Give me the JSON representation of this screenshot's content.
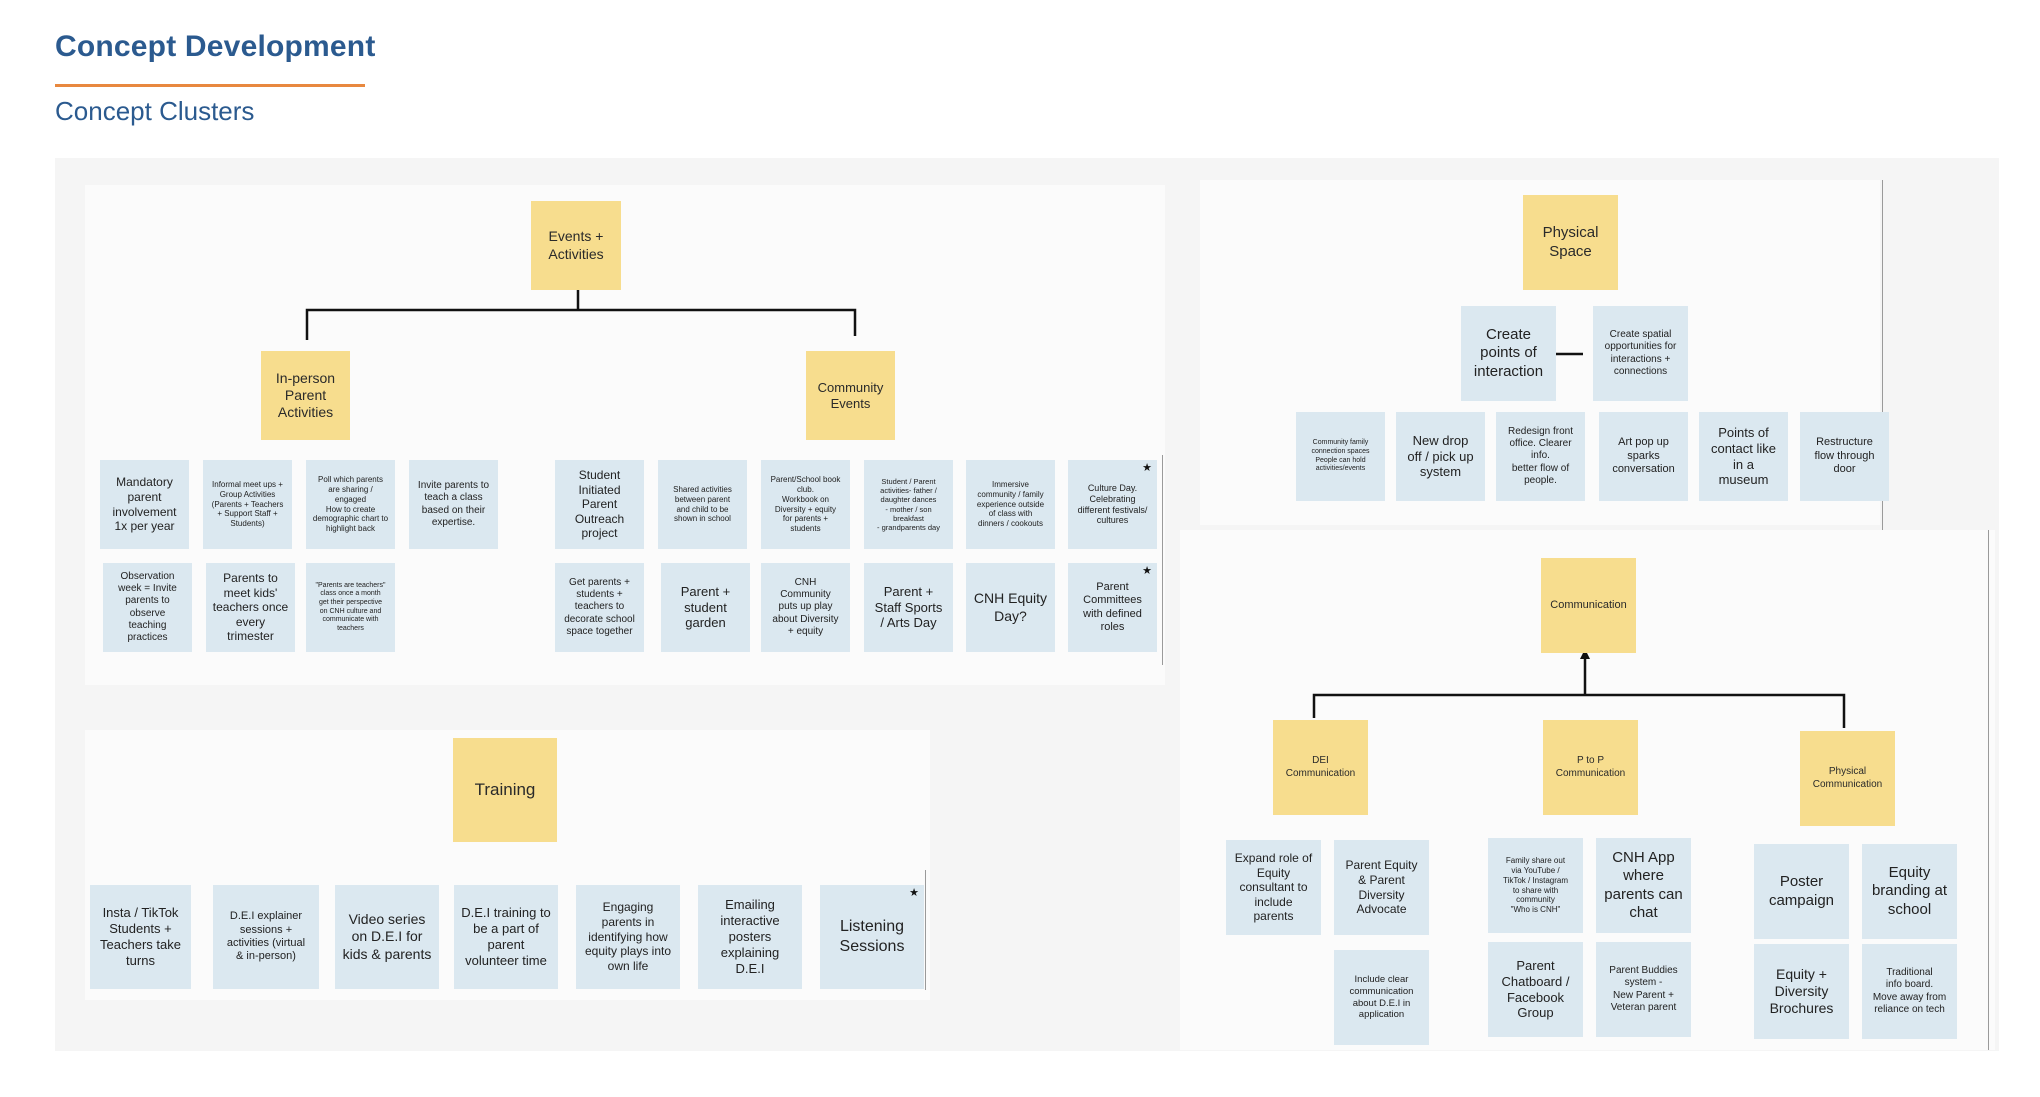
{
  "header": {
    "title": "Concept Development",
    "subtitle": "Concept Clusters"
  },
  "colors": {
    "title": "#2b5a8f",
    "accent_rule": "#e8883f",
    "sticky_blue": "#dbe8f0",
    "sticky_yellow": "#f7dd8e",
    "board": "#f5f5f5"
  },
  "icons": {
    "star": "★"
  },
  "clusters": {
    "events": {
      "root": "Events +\nActivities",
      "inperson": {
        "label": "In-person\nParent\nActivities",
        "notes": [
          "Mandatory\nparent\ninvolvement\n1x per year",
          "Informal meet ups +\nGroup Activities\n(Parents + Teachers\n+ Support Staff +\nStudents)",
          "Poll which parents\nare sharing /\nengaged\nHow to create\ndemographic chart to\nhighlight back",
          "Invite parents to\nteach a class\nbased on their\nexpertise.",
          "Observation\nweek = Invite\nparents to\nobserve\nteaching\npractices",
          "Parents to\nmeet kids'\nteachers once\nevery\ntrimester",
          "\"Parents are teachers\"\nclass once a month\nget their perspective\non CNH culture and\ncommunicate with\nteachers"
        ]
      },
      "community": {
        "label": "Community\nEvents",
        "notes": [
          "Student\nInitiated\nParent\nOutreach\nproject",
          "Shared activities\nbetween parent\nand child to be\nshown in school",
          "Parent/School book\nclub.\nWorkbook on\nDiversity + equity\nfor parents +\nstudents",
          "Student / Parent\nactivities- father /\ndaughter dances\n- mother / son\nbreakfast\n- grandparents day",
          "Immersive\ncommunity / family\nexperience outside\nof class with\ndinners / cookouts",
          "Culture Day.\nCelebrating\ndifferent festivals/\ncultures",
          "Get parents +\nstudents +\nteachers to\ndecorate school\nspace together",
          "Parent +\nstudent\ngarden",
          "CNH\nCommunity\nputs up play\nabout Diversity\n+ equity",
          "Parent +\nStaff Sports\n/ Arts Day",
          "CNH Equity\nDay?",
          "Parent\nCommittees\nwith defined\nroles"
        ]
      }
    },
    "training": {
      "root": "Training",
      "notes": [
        "Insta / TikTok\nStudents +\nTeachers take\nturns",
        "D.E.I explainer\nsessions +\nactivities (virtual\n& in-person)",
        "Video series\non D.E.I for\nkids & parents",
        "D.E.I training to\nbe a part of\nparent\nvolunteer time",
        "Engaging\nparents in\nidentifying how\nequity plays into\nown life",
        "Emailing\ninteractive\nposters\nexplaining\nD.E.I",
        "Listening\nSessions"
      ]
    },
    "physical_space": {
      "root": "Physical\nSpace",
      "create_points": "Create\npoints of\ninteraction",
      "spatial": "Create spatial\nopportunities for\ninteractions +\nconnections",
      "notes": [
        "Community family\nconnection spaces\nPeople can hold\nactivities/events",
        "New drop\noff / pick up\nsystem",
        "Redesign front\noffice. Clearer\ninfo.\nbetter flow of\npeople.",
        "Art pop up\nsparks\nconversation",
        "Points of\ncontact like\nin a\nmuseum",
        "Restructure\nflow through\ndoor"
      ]
    },
    "communication": {
      "root": "Communication",
      "dei": {
        "label": "DEI\nCommunication",
        "notes": [
          "Expand role of\nEquity\nconsultant to\ninclude\nparents",
          "Parent Equity\n& Parent\nDiversity\nAdvocate",
          "Include clear\ncommunication\nabout D.E.I in\napplication"
        ]
      },
      "ptop": {
        "label": "P to P\nCommunication",
        "notes": [
          "Family share out\nvia YouTube /\nTikTok / Instagram\nto share with\ncommunity\n\"Who is CNH\"",
          "CNH App\nwhere\nparents can\nchat",
          "Parent\nChatboard /\nFacebook\nGroup",
          "Parent Buddies\nsystem -\nNew Parent +\nVeteran parent"
        ]
      },
      "physical": {
        "label": "Physical\nCommunication",
        "notes": [
          "Poster\ncampaign",
          "Equity\nbranding at\nschool",
          "Equity +\nDiversity\nBrochures",
          "Traditional\ninfo board.\nMove away from\nreliance on tech"
        ]
      }
    }
  }
}
